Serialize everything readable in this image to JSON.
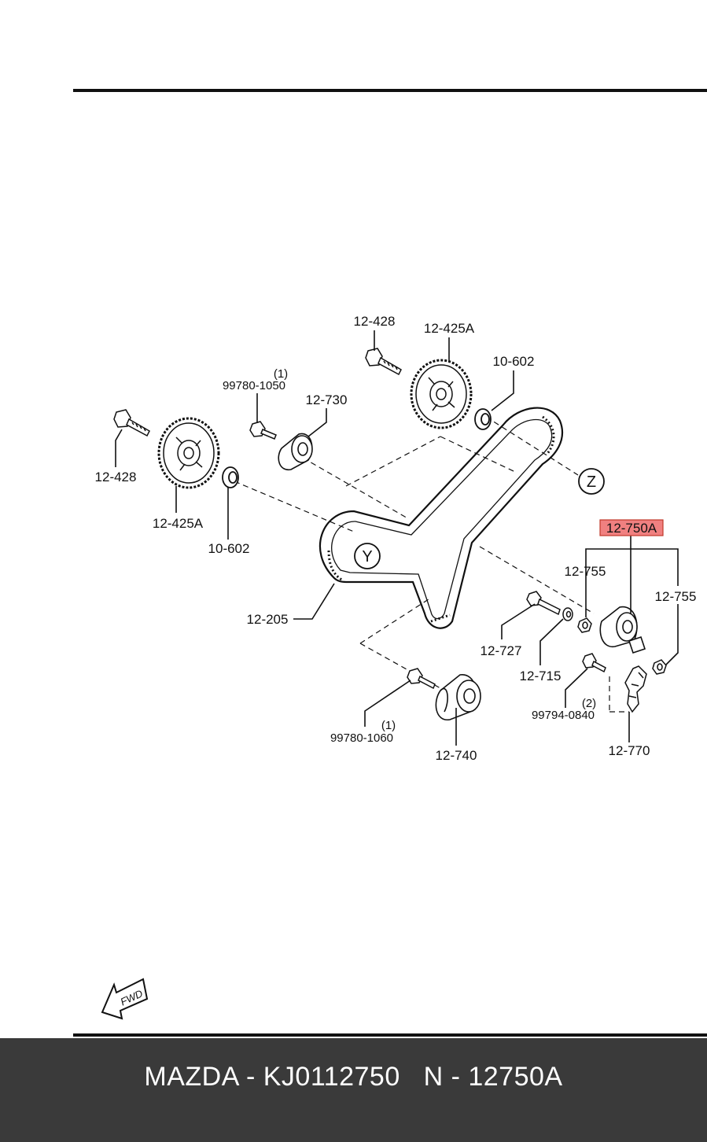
{
  "colors": {
    "footer_bg": "#3a3a3a",
    "footer_text": "#ffffff",
    "highlight_fill": "#f08080",
    "highlight_border": "#c0392b",
    "line": "#111111"
  },
  "labels": {
    "bolt_top": "12-428",
    "pulley_top": "12-425A",
    "seal_top": "10-602",
    "bolt_idler_qty": "(1)",
    "bolt_idler": "99780-1050",
    "idler": "12-730",
    "bolt_left": "12-428",
    "pulley_left": "12-425A",
    "seal_left": "10-602",
    "circle_z": "Z",
    "circle_y": "Y",
    "belt": "12-205",
    "tensioner_highlight": "12-750A",
    "nut_left": "12-755",
    "nut_right": "12-755",
    "stud": "12-727",
    "washer": "12-715",
    "bolt_spring_qty": "(2)",
    "bolt_spring": "99794-0840",
    "spring": "12-770",
    "bolt_lower_qty": "(1)",
    "bolt_lower": "99780-1060",
    "idler_lower": "12-740",
    "fwd": "FWD"
  },
  "footer": {
    "text": "MAZDA - KJ0112750   N - 12750A"
  }
}
